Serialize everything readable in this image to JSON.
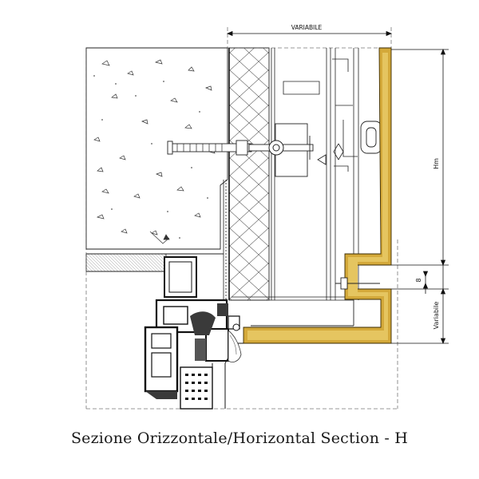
{
  "caption": "Sezione Orizzontale/Horizontal Section - H",
  "dimensions": {
    "top": "VARIABILE",
    "hm": "Hm",
    "variabile_side": "Variabile",
    "gap": "8"
  },
  "colors": {
    "accent_profile": "#d4a93a",
    "line": "#1a1a1a",
    "aluminium": "#3a3a3a"
  }
}
